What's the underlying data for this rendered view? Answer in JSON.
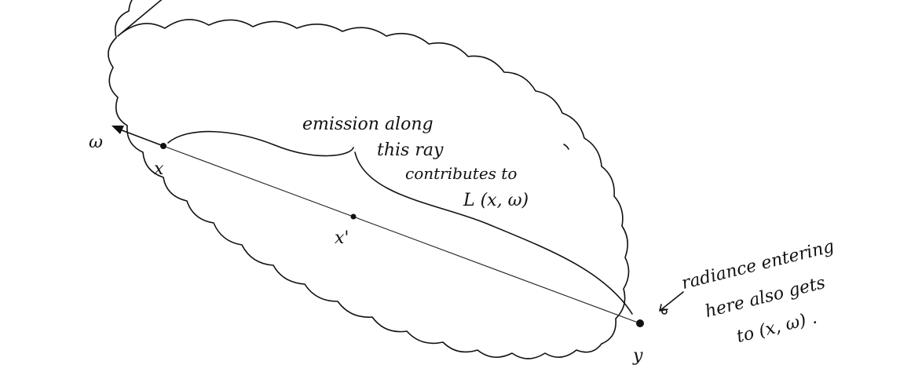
{
  "labels": {
    "omega": "ω",
    "x": "x",
    "x_prime": "x'",
    "y": "y",
    "annotation_emission": [
      "emission along",
      "this ray",
      "contributes to",
      "L (x, ω)"
    ],
    "annotation_radiance": [
      "radiance entering",
      "here also gets",
      "to (x, ω) ."
    ]
  },
  "colors": {
    "ink": "#111111",
    "background": "#ffffff"
  }
}
